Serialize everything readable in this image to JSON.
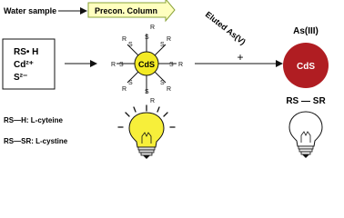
{
  "diagram": {
    "water_sample": "Water sample",
    "precon_column": "Precon. Column",
    "eluted_label": "Eluted As(V)",
    "reagents": {
      "line1": "RS• H",
      "line2": "Cd²⁺",
      "line3": "S²⁻"
    },
    "qd_core_label": "CdS",
    "ligand_s": "S",
    "ligand_r": "R",
    "plus_sign": "+",
    "as3_label": "As(III)",
    "aggregate_core_label": "CdS",
    "product_label": "RS — SR",
    "legend_cysteine": "RS—H: L-cyteine",
    "legend_cystine": "RS—SR: L-cystine"
  },
  "colors": {
    "column_fill": "#ffffbf",
    "column_border": "#8aa33a",
    "qd_core": "#f3ea25",
    "aggregate_core": "#b01d22",
    "bulb_on": "#f7ef3a",
    "bulb_off": "#ffffff",
    "line": "#111111"
  },
  "icons": [
    "light-bulb-on-icon",
    "light-bulb-off-icon"
  ]
}
